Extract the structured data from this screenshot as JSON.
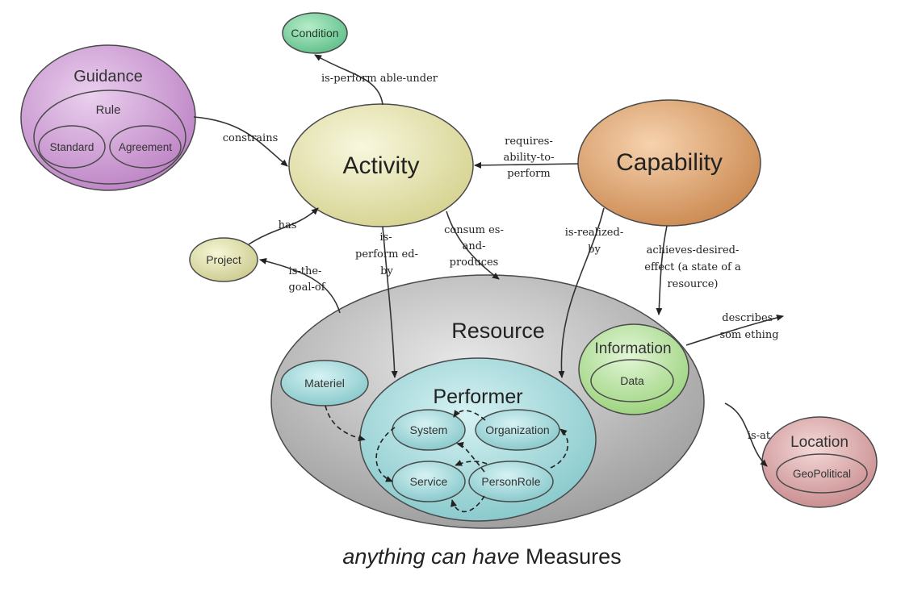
{
  "nodes": {
    "condition": "Condition",
    "guidance": "Guidance",
    "rule": "Rule",
    "standard": "Standard",
    "agreement": "Agreement",
    "activity": "Activity",
    "capability": "Capability",
    "project": "Project",
    "resource": "Resource",
    "materiel": "Materiel",
    "performer": "Performer",
    "system": "System",
    "organization": "Organization",
    "service": "Service",
    "personrole": "PersonRole",
    "information": "Information",
    "data": "Data",
    "location": "Location",
    "geopolitical": "GeoPolitical"
  },
  "edges": {
    "is_performable_under": "is-perform able-under",
    "constrains": "constrains",
    "requires_ability": [
      "requires-",
      "ability-to-",
      "perform"
    ],
    "has": "has",
    "is_the_goal_of": [
      "is-the-",
      "goal-of"
    ],
    "is_performed_by": [
      "is-",
      "perform ed-",
      "by"
    ],
    "consumes_and_produces": [
      "consum es-",
      "and-",
      "produces"
    ],
    "is_realized_by": [
      "is-realized-",
      "by"
    ],
    "achieves_desired_effect": [
      "achieves-desired-",
      "effect (a state of a",
      "resource)"
    ],
    "describes_something": [
      "describes-",
      "som ething"
    ],
    "is_at": "is-at"
  },
  "caption": {
    "italic_part": "anything can have",
    "plain_part": " Measures"
  },
  "colors": {
    "condition": "#74c99a",
    "guidance": "#c98fcf",
    "activity": "#e6e4a6",
    "capability": "#d89a62",
    "project": "#dcdca0",
    "resource": "#a9a9a9",
    "performer": "#8fcfd1",
    "information": "#a8d88a",
    "location": "#d49a9c"
  }
}
